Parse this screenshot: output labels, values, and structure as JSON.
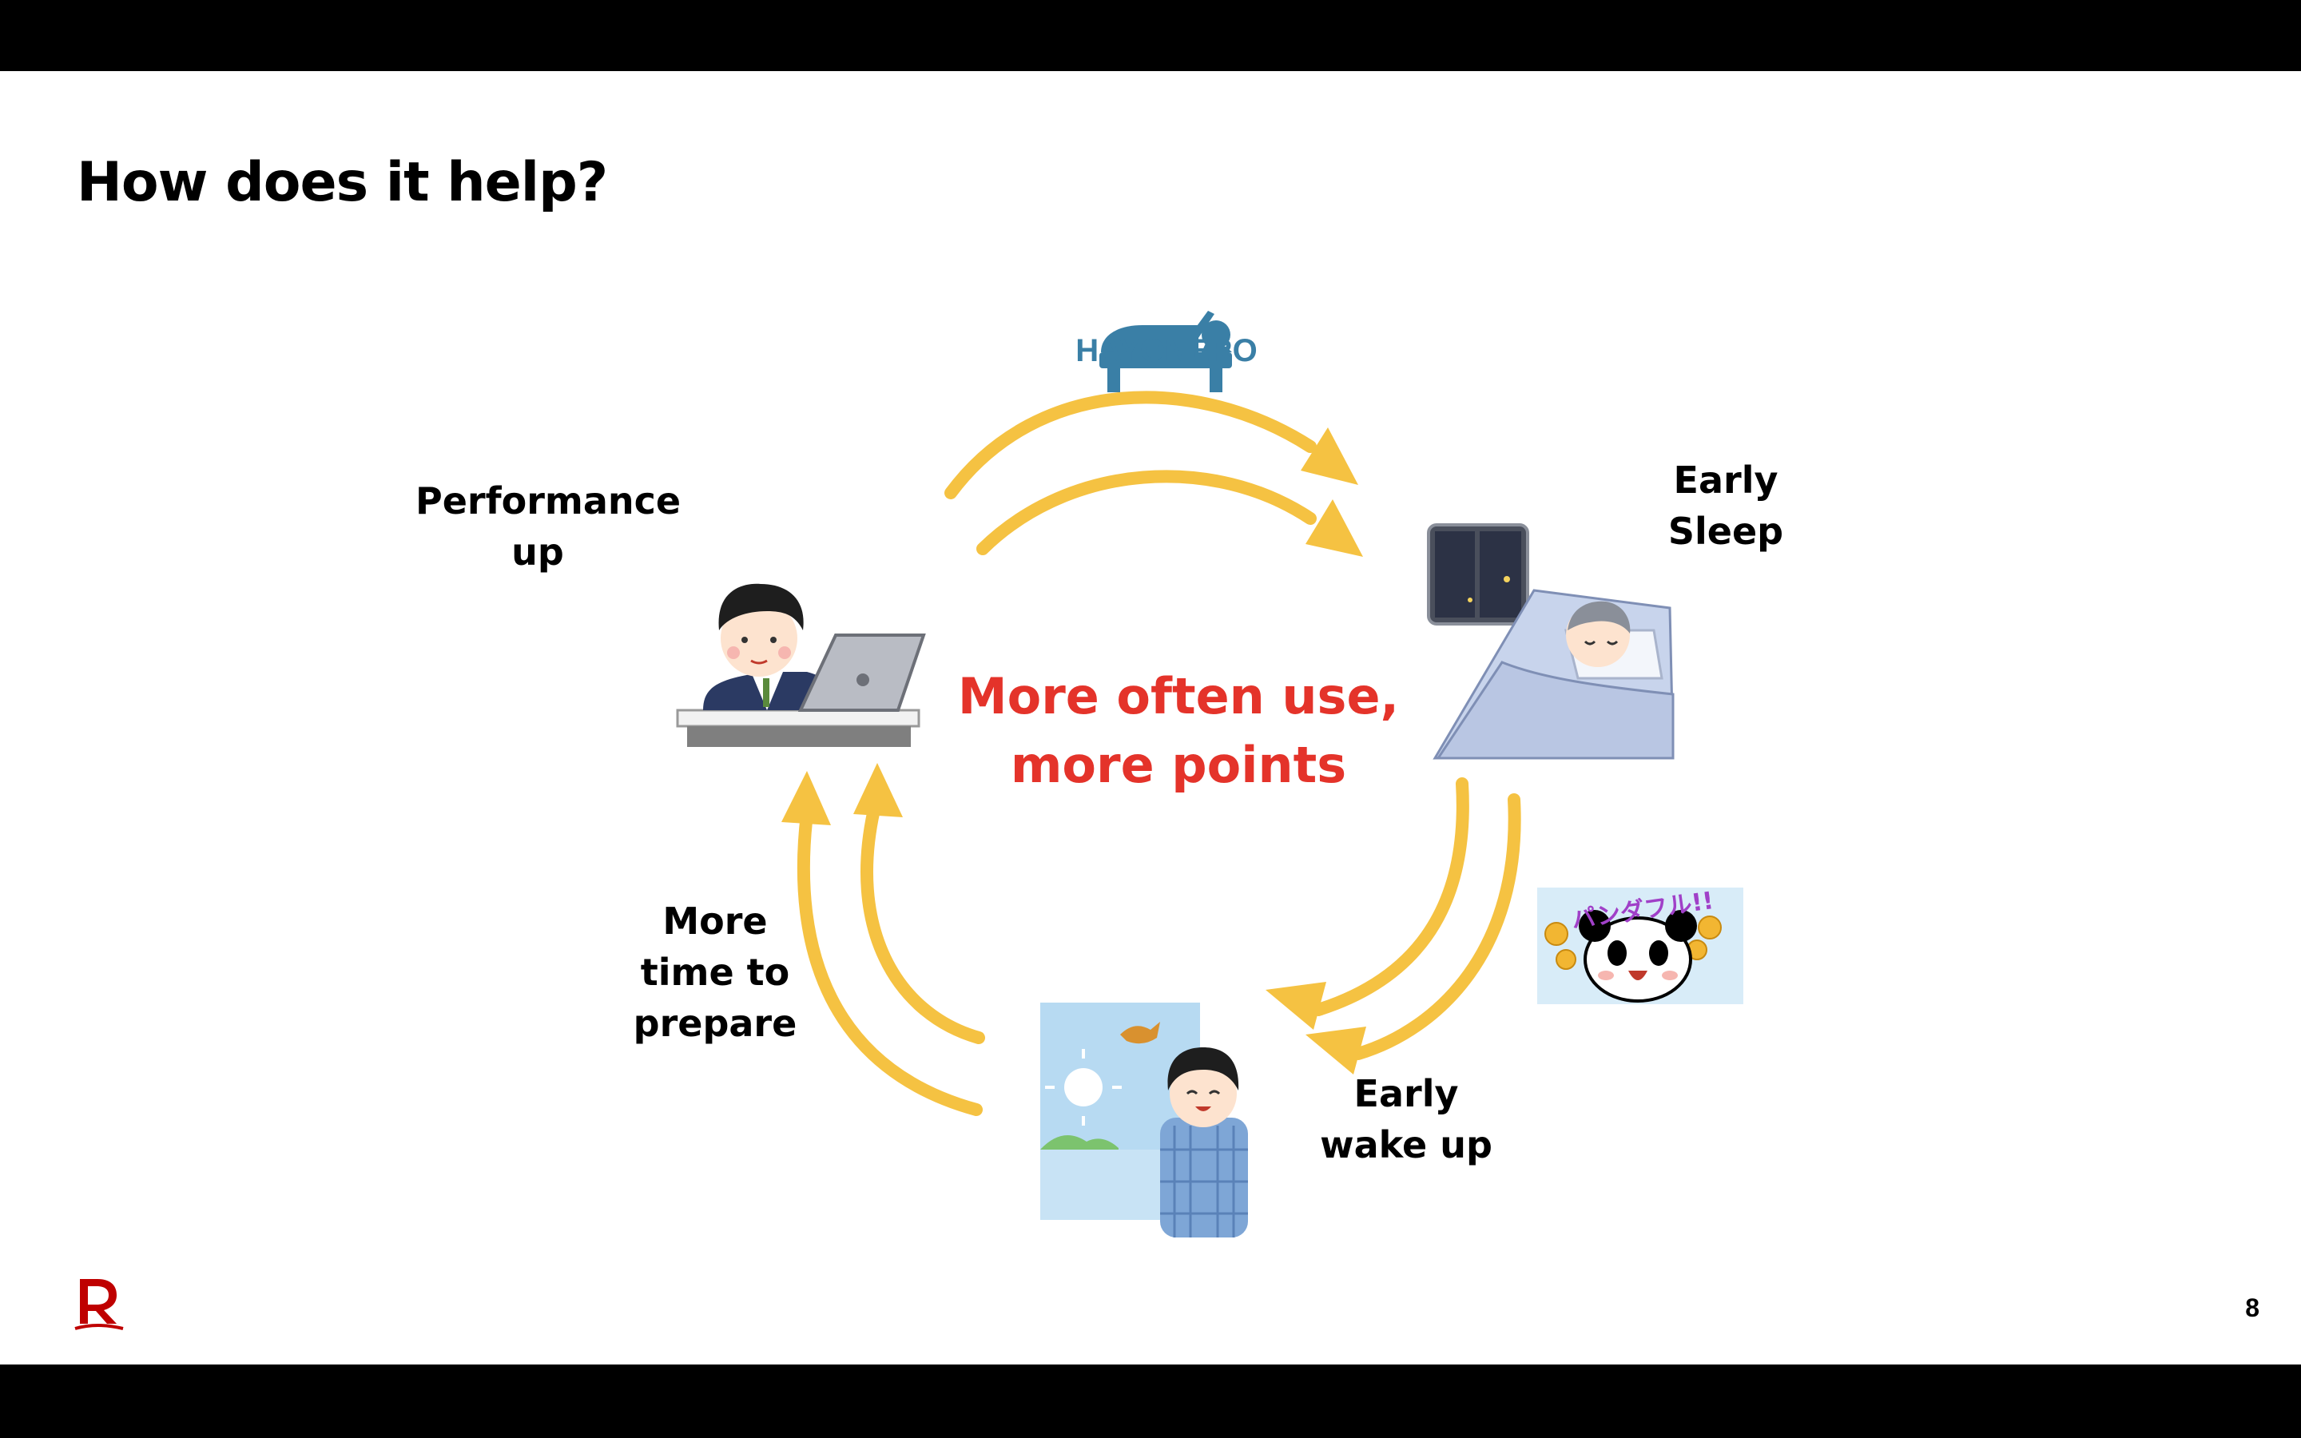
{
  "slide": {
    "title": "How does it help?",
    "page_number": "8",
    "center_message": {
      "line1": "More often use,",
      "line2": "more points",
      "color": "#e4332a"
    },
    "app_label": "HAYONERO",
    "app_color": "#3a7fa6",
    "arrow_color": "#f5c242",
    "cycle": [
      {
        "id": "early-sleep",
        "line1": "Early",
        "line2": "Sleep"
      },
      {
        "id": "early-wake-up",
        "line1": "Early",
        "line2": "wake up"
      },
      {
        "id": "more-time",
        "line1": "More",
        "line2": "time to",
        "line3": "prepare"
      },
      {
        "id": "performance-up",
        "line1": "Performance",
        "line2": "up"
      }
    ],
    "reward_banner_text": "パンダフル!!",
    "brand_color": "#bf0000"
  }
}
